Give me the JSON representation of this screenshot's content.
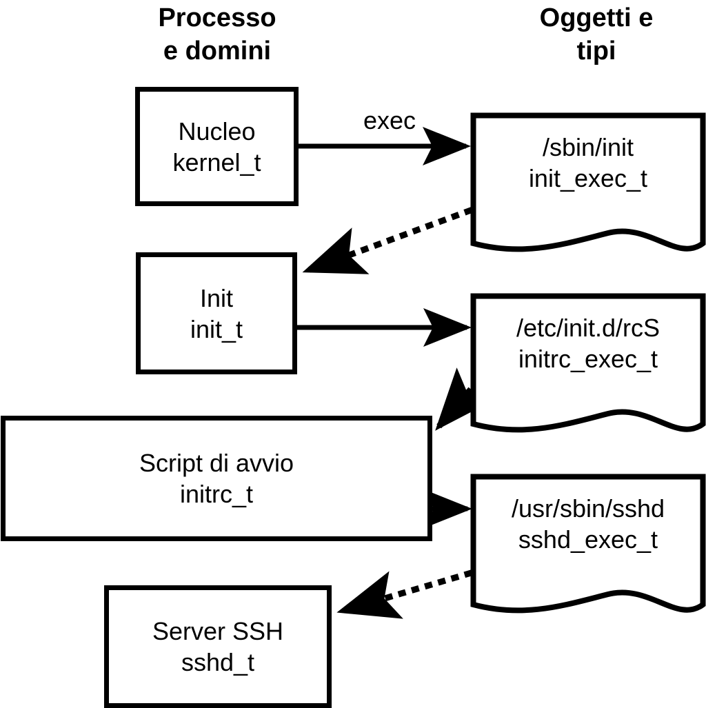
{
  "diagram": {
    "title_text_left": "Processo\ne domini",
    "title_text_right": "Oggetti e\ntipi",
    "process_boxes": [
      {
        "id": "kernel",
        "label": "Nucleo\nkernel_t"
      },
      {
        "id": "init",
        "label": "Init\ninit_t"
      },
      {
        "id": "initrc",
        "label": "Script di avvio\ninitrc_t"
      },
      {
        "id": "sshd",
        "label": "Server SSH\nsshd_t"
      }
    ],
    "object_docs": [
      {
        "id": "init-exec",
        "label": "/sbin/init\ninit_exec_t"
      },
      {
        "id": "initrc-exec",
        "label": "/etc/init.d/rcS\ninitrc_exec_t"
      },
      {
        "id": "sshd-exec",
        "label": "/usr/sbin/sshd\nsshd_exec_t"
      }
    ],
    "edges": [
      {
        "id": "kernel-exec-init",
        "label": "exec",
        "style": "solid"
      },
      {
        "id": "initexec-transition-init",
        "label": "",
        "style": "dotted"
      },
      {
        "id": "init-exec-rcs",
        "label": "",
        "style": "solid"
      },
      {
        "id": "rcs-transition-initrc",
        "label": "",
        "style": "dotted"
      },
      {
        "id": "initrc-exec-sshd",
        "label": "",
        "style": "solid"
      },
      {
        "id": "sshdexec-transition-sshd",
        "label": "",
        "style": "dotted"
      }
    ],
    "colors": {
      "stroke": "#000000",
      "fill": "#ffffff",
      "background": "#ffffff"
    }
  }
}
